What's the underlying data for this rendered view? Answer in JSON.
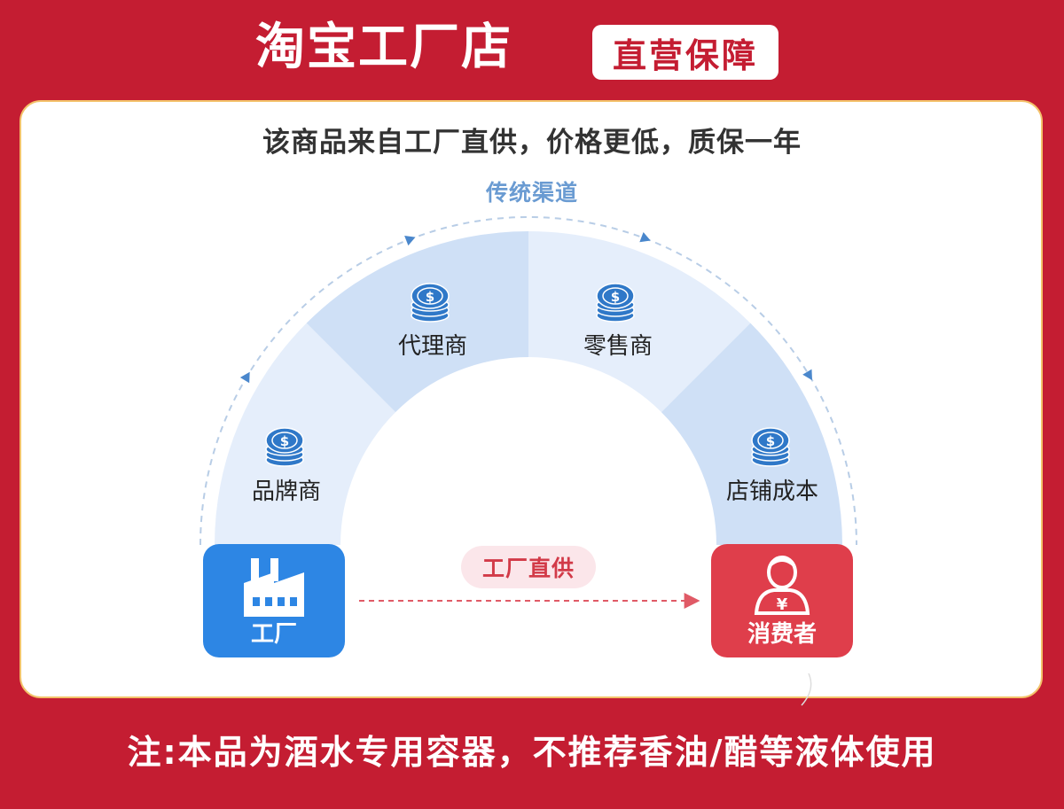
{
  "header": {
    "title": "淘宝工厂店",
    "badge": "直营保障"
  },
  "card": {
    "headline": "该商品来自工厂直供，价格更低，质保一年",
    "channel_title": "传统渠道",
    "segments": [
      {
        "label": "品牌商",
        "icon": "coin-stack-icon"
      },
      {
        "label": "代理商",
        "icon": "coin-stack-icon"
      },
      {
        "label": "零售商",
        "icon": "coin-stack-icon"
      },
      {
        "label": "店铺成本",
        "icon": "coin-stack-icon"
      }
    ],
    "factory": {
      "label": "工厂",
      "icon": "factory-icon"
    },
    "consumer": {
      "label": "消费者",
      "icon": "consumer-icon"
    },
    "direct_label": "工厂直供"
  },
  "footer": {
    "note": "注:本品为酒水专用容器，不推荐香油/醋等液体使用"
  },
  "colors": {
    "brand_red": "#c41d32",
    "card_border": "#f3c26a",
    "arc_light": "#e5eefb",
    "arc_dark": "#cfe0f6",
    "coin_blue": "#2f78c8",
    "factory_blue": "#2d86e4",
    "consumer_red": "#df3e4b",
    "channel_blue": "#6a9bd2"
  }
}
